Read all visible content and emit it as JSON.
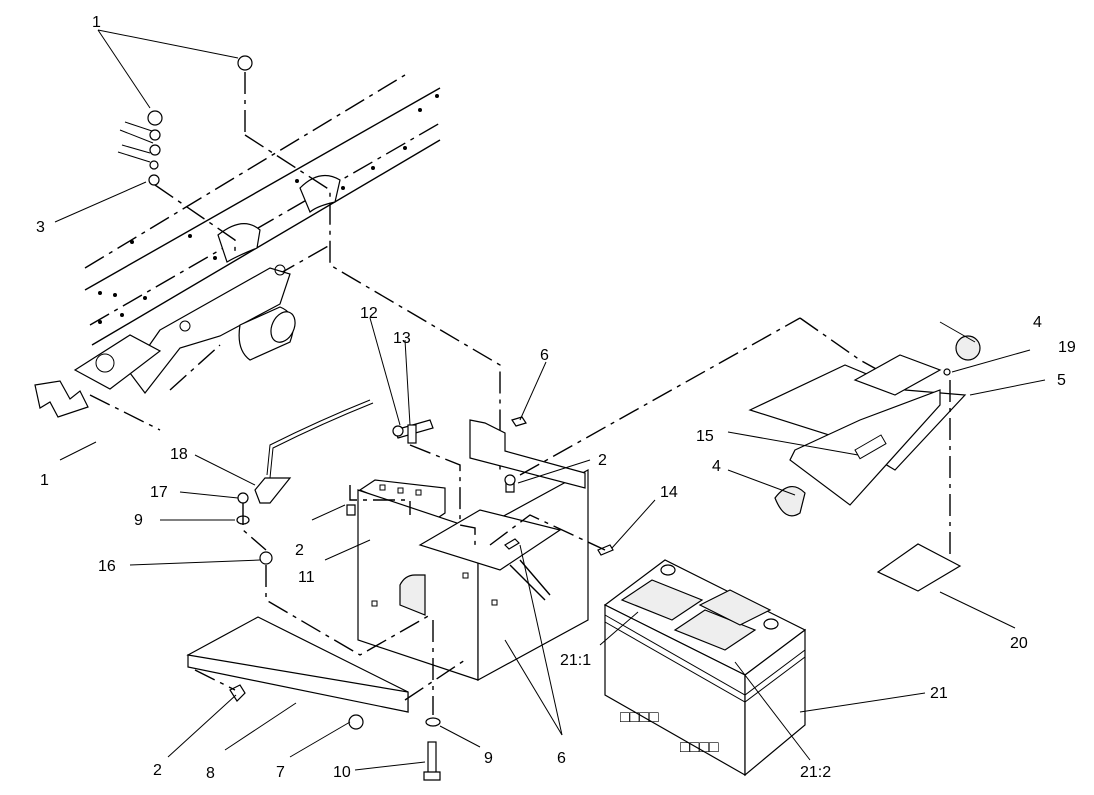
{
  "callouts": [
    {
      "id": "c1a",
      "text": "1"
    },
    {
      "id": "c1b",
      "text": "1"
    },
    {
      "id": "c2a",
      "text": "2"
    },
    {
      "id": "c2b",
      "text": "2"
    },
    {
      "id": "c2c",
      "text": "2"
    },
    {
      "id": "c3",
      "text": "3"
    },
    {
      "id": "c4a",
      "text": "4"
    },
    {
      "id": "c4b",
      "text": "4"
    },
    {
      "id": "c5",
      "text": "5"
    },
    {
      "id": "c6a",
      "text": "6"
    },
    {
      "id": "c6b",
      "text": "6"
    },
    {
      "id": "c7",
      "text": "7"
    },
    {
      "id": "c8",
      "text": "8"
    },
    {
      "id": "c9a",
      "text": "9"
    },
    {
      "id": "c9b",
      "text": "9"
    },
    {
      "id": "c10",
      "text": "10"
    },
    {
      "id": "c11",
      "text": "11"
    },
    {
      "id": "c12",
      "text": "12"
    },
    {
      "id": "c13",
      "text": "13"
    },
    {
      "id": "c14",
      "text": "14"
    },
    {
      "id": "c15",
      "text": "15"
    },
    {
      "id": "c16",
      "text": "16"
    },
    {
      "id": "c17",
      "text": "17"
    },
    {
      "id": "c18",
      "text": "18"
    },
    {
      "id": "c19",
      "text": "19"
    },
    {
      "id": "c20",
      "text": "20"
    },
    {
      "id": "c21",
      "text": "21"
    },
    {
      "id": "c21_1",
      "text": "21:1"
    },
    {
      "id": "c21_2",
      "text": "21:2"
    }
  ]
}
